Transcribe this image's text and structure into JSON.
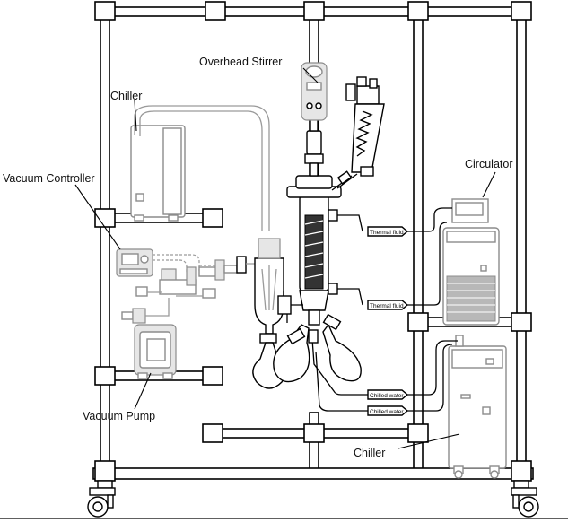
{
  "labels": {
    "overhead_stirrer": "Overhead Stirrer",
    "chiller_top": "Chiller",
    "vacuum_controller": "Vacuum Controller",
    "circulator": "Circulator",
    "vacuum_pump": "Vacuum Pump",
    "chiller_bottom": "Chiller"
  },
  "tags": {
    "thermal_fluid_upper": "Thermal fluid",
    "thermal_fluid_lower": "Thermal fluid",
    "chilled_water_upper": "Chilled water",
    "chilled_water_lower": "Chilled water"
  },
  "colors": {
    "line": "#000000",
    "equipment_grey": "#8c8c8c",
    "fill_grey": "#e6e6e6",
    "background": "#ffffff"
  }
}
